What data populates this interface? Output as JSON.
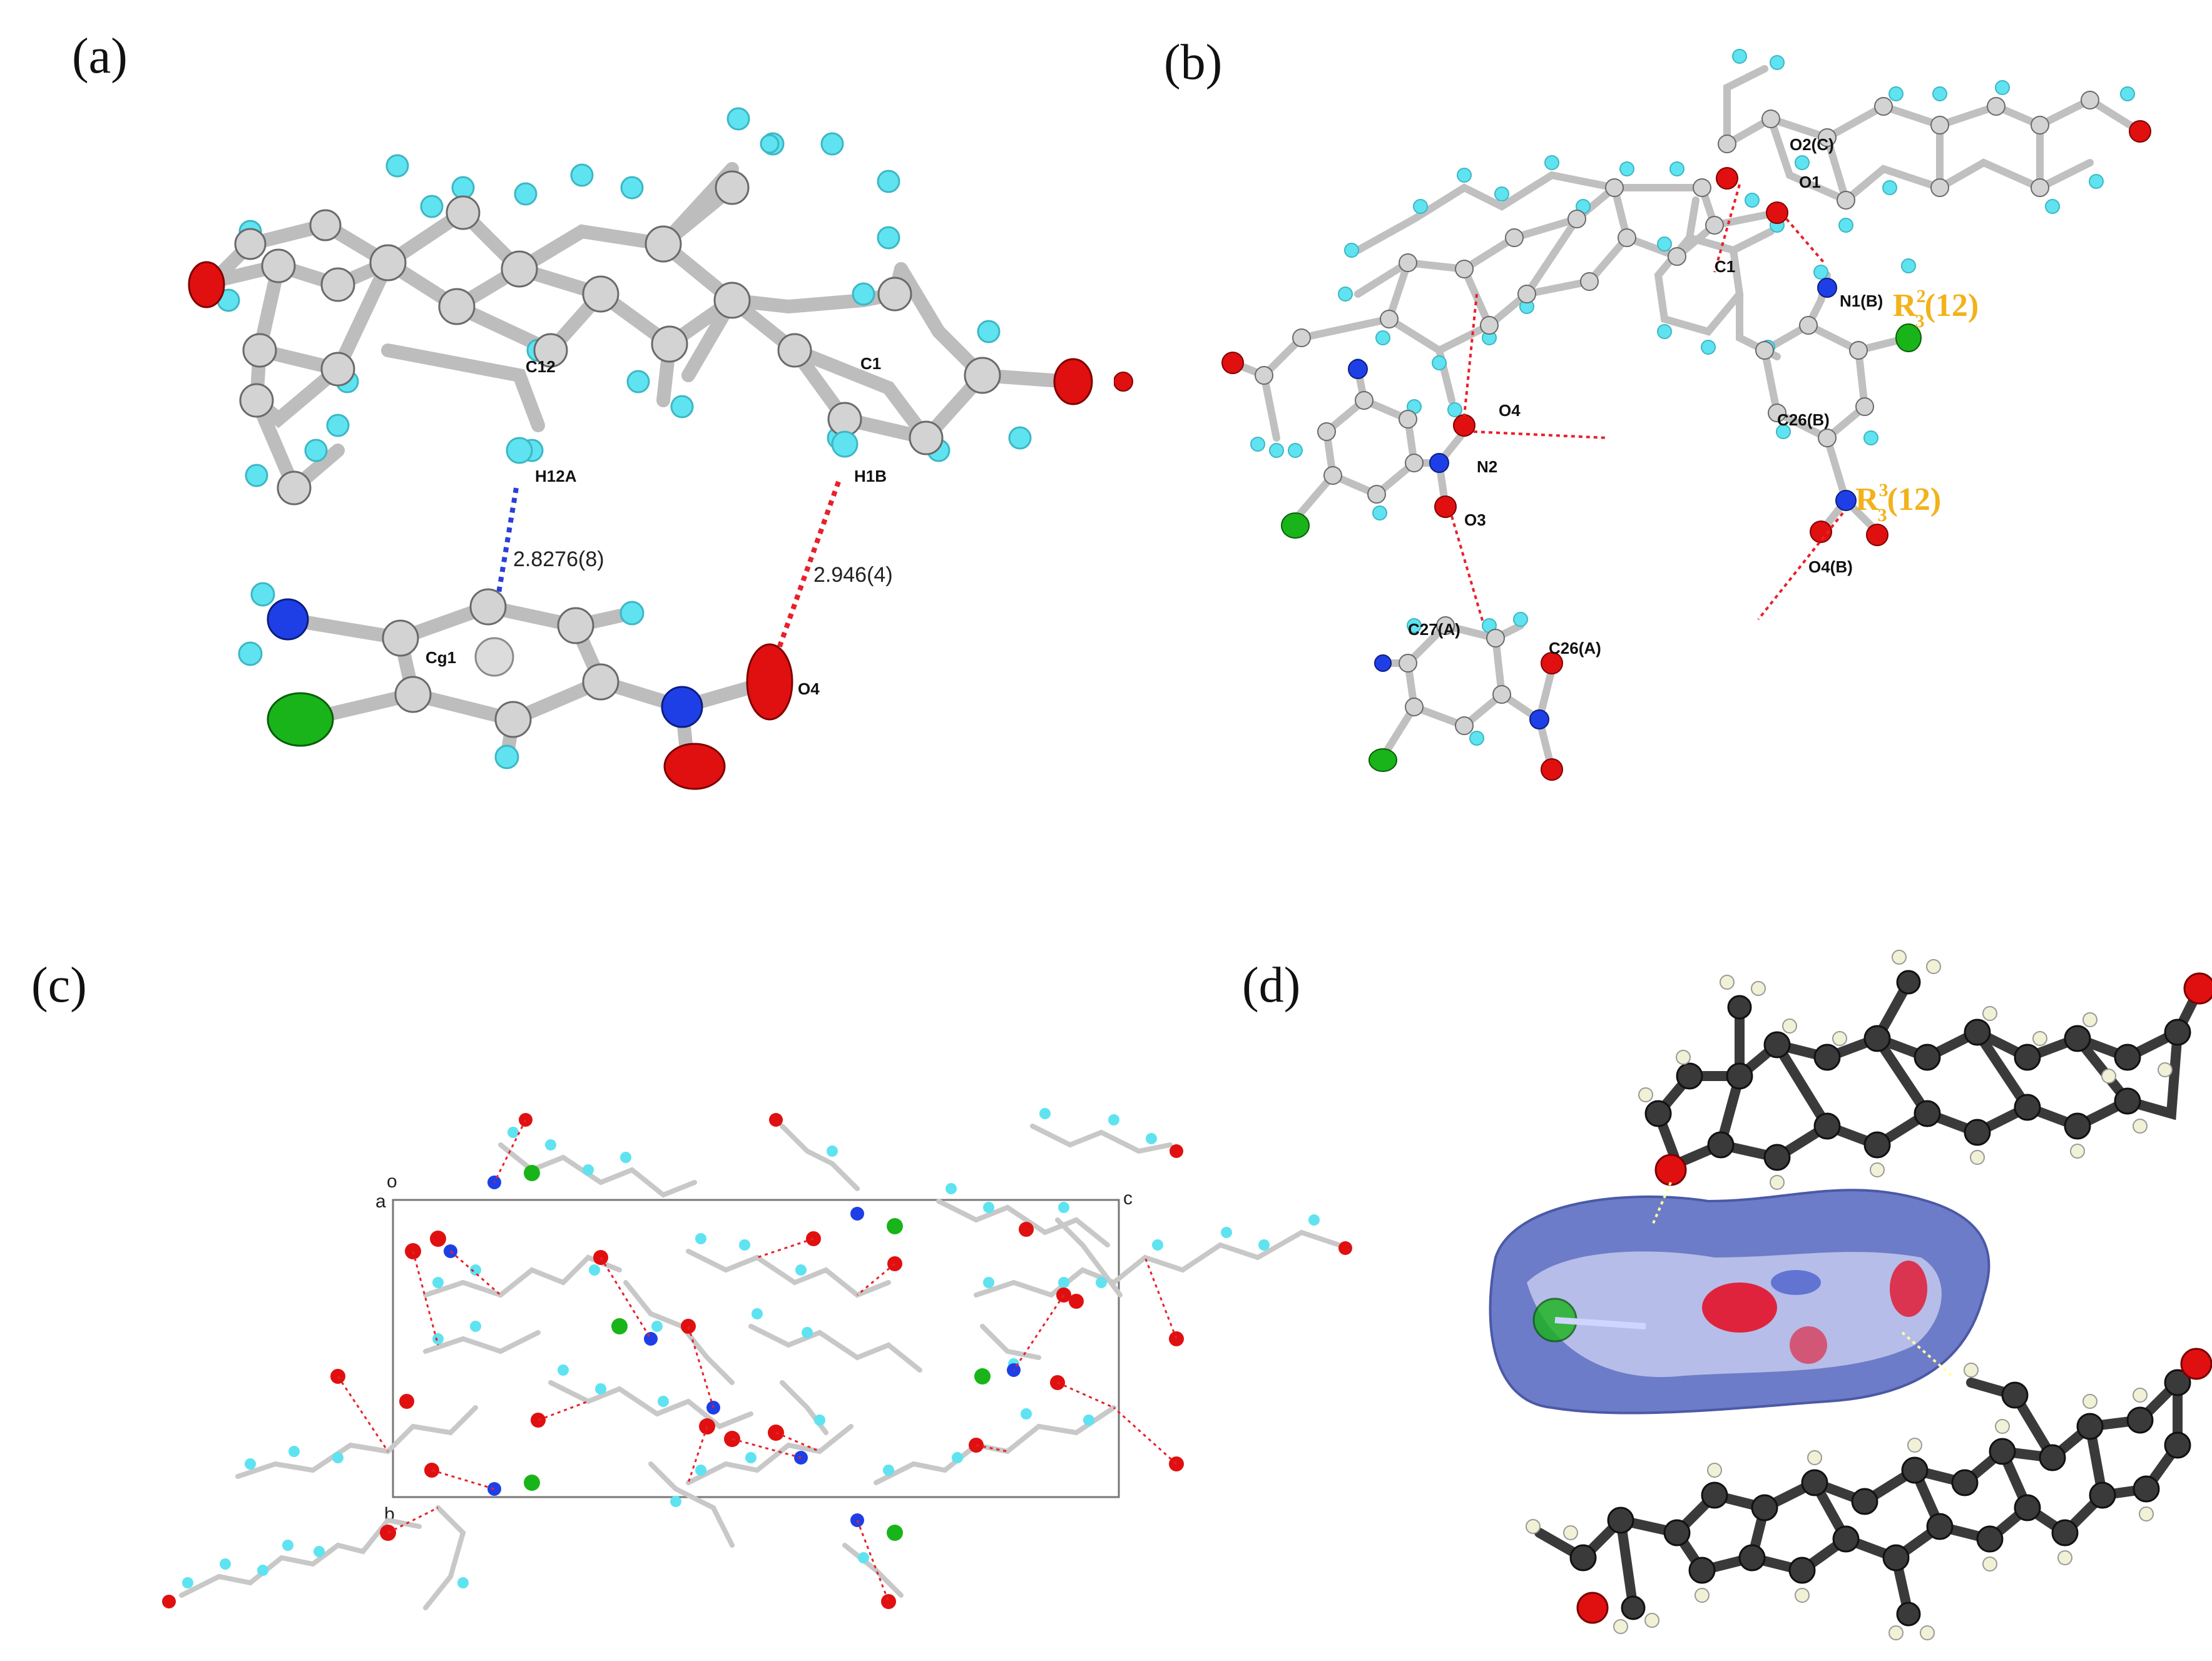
{
  "panels": {
    "a": {
      "label": "(a)",
      "atoms": {
        "c12": "C12",
        "c1": "C1",
        "h12a": "H12A",
        "h1b": "H1B",
        "cg1": "Cg1",
        "o4": "O4"
      },
      "distances": {
        "h12a_cg1": "2.8276(8)",
        "h1b_o4": "2.946(4)"
      }
    },
    "b": {
      "label": "(b)",
      "atoms": {
        "o1": "O1",
        "o2c": "O2(C)",
        "c1": "C1",
        "n1b": "N1(B)",
        "o4": "O4",
        "c26b": "C26(B)",
        "n2": "N2",
        "o3": "O3",
        "o4b": "O4(B)",
        "c27a": "C27(A)",
        "c26a": "C26(A)"
      },
      "motifs": {
        "first": {
          "base": "R",
          "sup": "2",
          "sub": "3",
          "suffix": "(12)"
        },
        "second": {
          "base": "R",
          "sup": "3",
          "sub": "3",
          "suffix": "(12)"
        }
      }
    },
    "c": {
      "label": "(c)",
      "axes": {
        "origin": "o",
        "a": "a",
        "b": "b",
        "c": "c"
      }
    },
    "d": {
      "label": "(d)"
    }
  },
  "colors": {
    "carbon": "#c8c8c8",
    "hydrogen": "#5fe3f0",
    "oxygen": "#e01010",
    "nitrogen": "#1f3fe6",
    "chlorine": "#19b419",
    "hbond_red": "#e8202a",
    "hbond_blue": "#2a3fd8",
    "motif_text": "#f2b21b",
    "carbon_dark": "#3a3a3a",
    "hirshfeld_surface": "#6d7cc8"
  }
}
